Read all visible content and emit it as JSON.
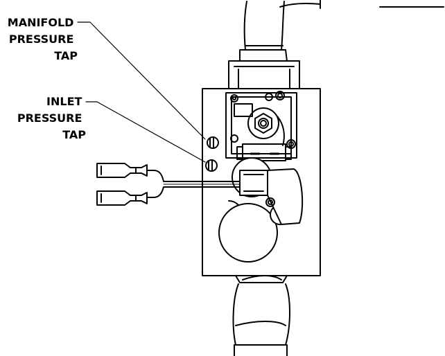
{
  "labels": {
    "manifold_pressure_tap": [
      "MANIFOLD",
      "PRESSURE",
      "TAP"
    ],
    "inlet_pressure_tap": [
      "INLET",
      "PRESSURE",
      "TAP"
    ]
  },
  "colors": {
    "line": "#000000",
    "background": "#ffffff"
  }
}
